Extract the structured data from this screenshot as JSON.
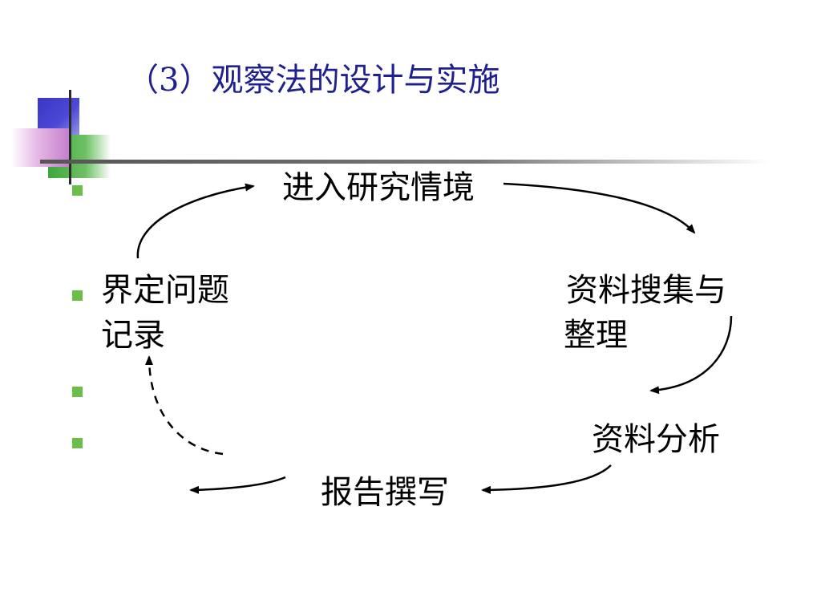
{
  "title": "（3）观察法的设计与实施",
  "nodes": {
    "enter": "进入研究情境",
    "collect_line1": "资料搜集与",
    "collect_line2": "整理",
    "analyze": "资料分析",
    "report": "报告撰写",
    "define_line1": "界定问题",
    "define_line2": "记录"
  },
  "colors": {
    "title": "#1f1f8f",
    "bullet": "#6abf4b",
    "accent_blue": "#3a36c4",
    "accent_green": "#3fa83a",
    "accent_pink": "#c47fcc"
  }
}
